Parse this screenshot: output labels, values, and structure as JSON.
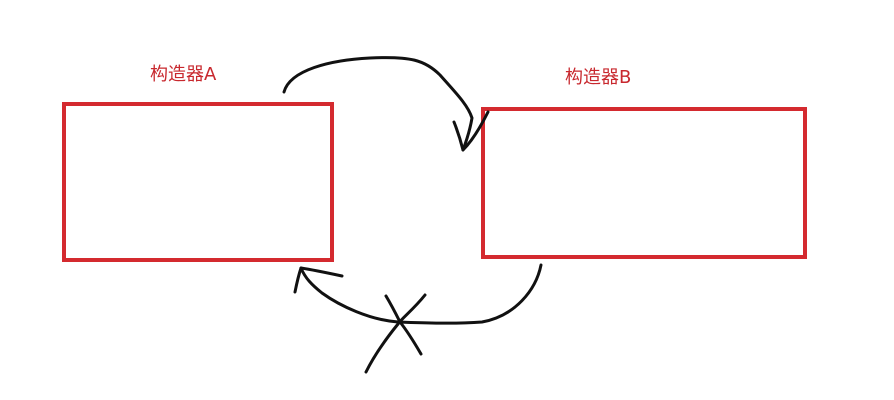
{
  "diagram": {
    "nodes": [
      {
        "id": "a",
        "label": "构造器A"
      },
      {
        "id": "b",
        "label": "构造器B"
      }
    ],
    "edges": [
      {
        "from": "a",
        "to": "b",
        "crossed_out": false
      },
      {
        "from": "b",
        "to": "a",
        "crossed_out": true
      }
    ]
  },
  "colors": {
    "box_border": "#d42a2f",
    "label_text": "#c8282e",
    "pen_stroke": "#111111"
  }
}
